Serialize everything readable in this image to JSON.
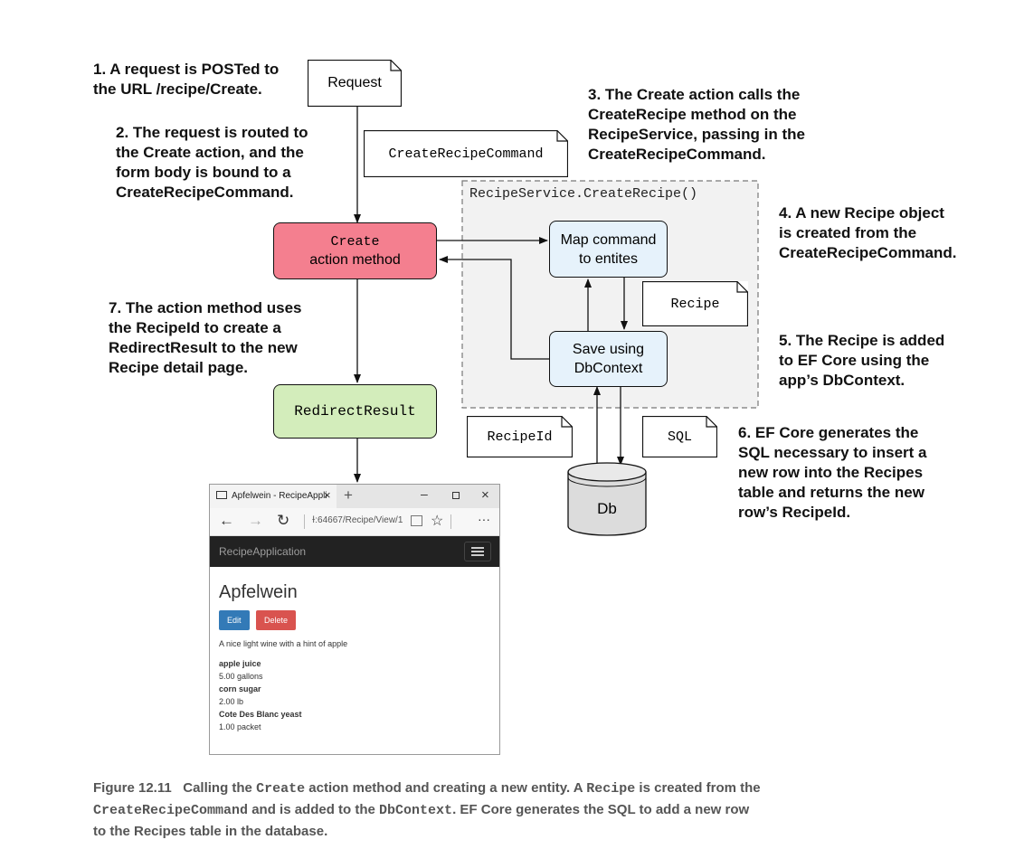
{
  "annotations": {
    "a1": [
      "1. A request is POSTed to",
      "the URL /recipe/Create."
    ],
    "a2": [
      "2. The request is routed to",
      "the Create action, and the",
      "form body is bound to a",
      "CreateRecipeCommand."
    ],
    "a3": [
      "3. The Create action calls the",
      "CreateRecipe method on the",
      "RecipeService, passing in the",
      "CreateRecipeCommand."
    ],
    "a4": [
      "4. A new Recipe object",
      "is created from the",
      "CreateRecipeCommand."
    ],
    "a5": [
      "5. The Recipe is added",
      "to EF Core using the",
      "app’s DbContext."
    ],
    "a6": [
      "6. EF Core generates the",
      "SQL necessary to insert a",
      "new row into the Recipes",
      "table and returns the new",
      "row’s RecipeId."
    ],
    "a7": [
      "7. The action method uses",
      "the RecipeId to create a",
      "RedirectResult to the new",
      "Recipe detail page."
    ]
  },
  "docs": {
    "request": "Request",
    "command": "CreateRecipeCommand",
    "recipe": "Recipe",
    "recipe_id": "RecipeId",
    "sql": "SQL"
  },
  "nodes": {
    "create_line1": "Create",
    "create_line2": "action method",
    "service_title": "RecipeService.CreateRecipe()",
    "map_line1": "Map command",
    "map_line2": "to entites",
    "save_line1": "Save using",
    "save_line2": "DbContext",
    "redirect": "RedirectResult",
    "db": "Db"
  },
  "browser": {
    "tab_title": "Apfelwein - RecipeAppli",
    "url": "ɫ:64667/Recipe/View/1",
    "brand": "RecipeApplication",
    "heading": "Apfelwein",
    "edit_label": "Edit",
    "delete_label": "Delete",
    "description": "A nice light wine with a hint of apple",
    "ingredients": [
      {
        "name": "apple juice",
        "qty": "5.00 gallons"
      },
      {
        "name": "corn sugar",
        "qty": "2.00 lb"
      },
      {
        "name": "Cote Des Blanc yeast",
        "qty": "1.00 packet"
      }
    ]
  },
  "caption": {
    "figure": "Figure 12.11",
    "l1a": "Calling the ",
    "l1b": "Create",
    "l1c": " action method and creating a new entity. A ",
    "l1d": "Recipe",
    "l1e": " is created from the",
    "l2a": "CreateRecipeCommand",
    "l2b": " and is added to the ",
    "l2c": "DbContext",
    "l2d": ". EF Core generates the SQL to add a new row",
    "l3": "to the Recipes table in the database."
  },
  "colors": {
    "create_fill": "#f47f8f",
    "service_fill": "#e6f2fb",
    "redirect_fill": "#d3edbb",
    "service_bg": "#f2f2f2",
    "edit_btn": "#337ab7",
    "delete_btn": "#d9534f"
  }
}
